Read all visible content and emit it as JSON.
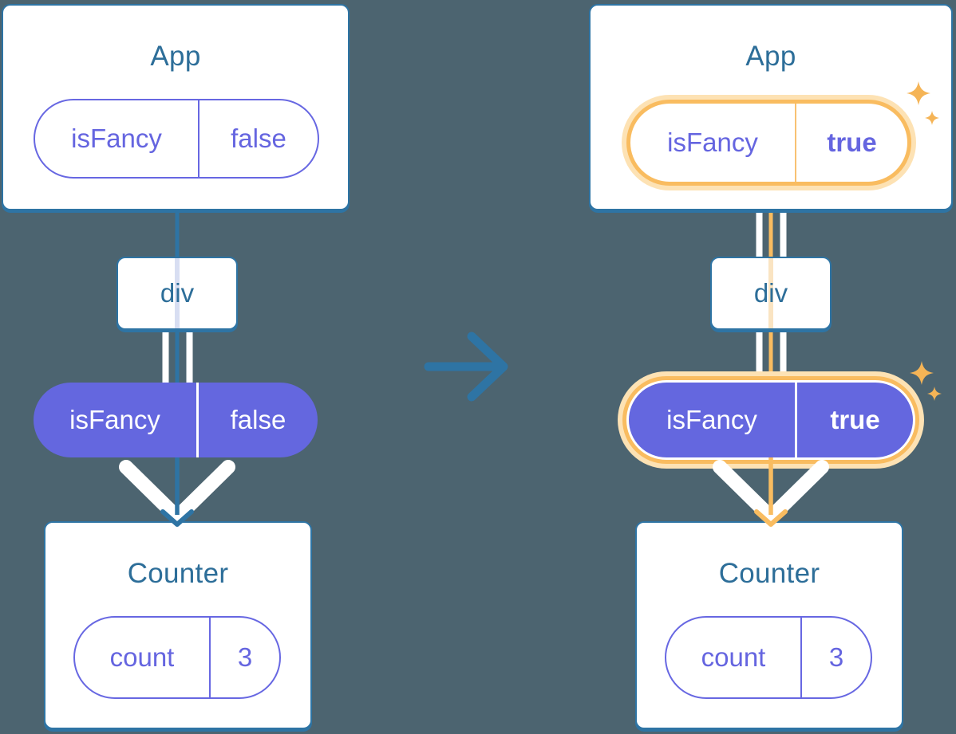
{
  "colors": {
    "background": "#4C6470",
    "tree_blue": "#2E74A4",
    "title_text": "#2D6E99",
    "pill_purple_fill": "#6467DF",
    "pill_purple_outline": "#6767E2",
    "highlight_orange": "#F9BC60",
    "highlight_orange_glow": "#FDE2B4",
    "sparkle_orange": "#F5B456",
    "div_line_lavender": "#D8DEF2",
    "div_line_peach": "#FAE4C2",
    "white": "#FFFFFF"
  },
  "left_tree": {
    "app_card": {
      "title": "App",
      "state_pill": {
        "key": "isFancy",
        "value": "false"
      }
    },
    "div_node": {
      "label": "div"
    },
    "prop_pill": {
      "key": "isFancy",
      "value": "false"
    },
    "counter_card": {
      "title": "Counter",
      "state_pill": {
        "key": "count",
        "value": "3"
      }
    }
  },
  "right_tree": {
    "app_card": {
      "title": "App",
      "state_pill": {
        "key": "isFancy",
        "value": "true"
      }
    },
    "div_node": {
      "label": "div"
    },
    "prop_pill": {
      "key": "isFancy",
      "value": "true"
    },
    "counter_card": {
      "title": "Counter",
      "state_pill": {
        "key": "count",
        "value": "3"
      }
    }
  },
  "icons": {
    "transition_arrow": "arrow-right",
    "sparkles": "four-point-sparkle",
    "pass_down_arrow": "arrow-down-with-chevron"
  }
}
